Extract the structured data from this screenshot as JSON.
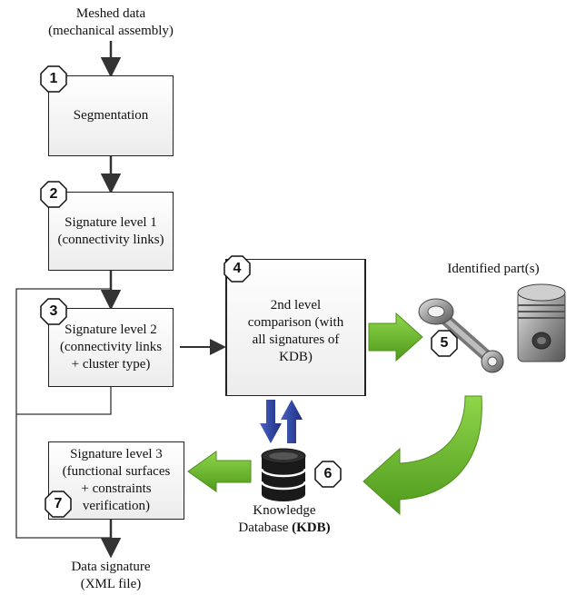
{
  "input_label": "Meshed data\n(mechanical assembly)",
  "output_label": "Data signature\n(XML file)",
  "identified_label": "Identified part(s)",
  "kdb_label_line1": "Knowledge",
  "kdb_label_line2a": "Database ",
  "kdb_label_line2b": "(KDB)",
  "steps": [
    {
      "number": "1",
      "label": "Segmentation"
    },
    {
      "number": "2",
      "label": "Signature level 1\n(connectivity links)"
    },
    {
      "number": "3",
      "label": "Signature level 2\n(connectivity links\n+ cluster type)"
    },
    {
      "number": "4",
      "label": "2nd level\ncomparison (with\nall signatures of\nKDB)"
    },
    {
      "number": "5",
      "label": ""
    },
    {
      "number": "6",
      "label": ""
    },
    {
      "number": "7",
      "label": "Signature level 3\n(functional surfaces\n+ constraints\nverification)"
    }
  ],
  "icons": [
    "database-icon",
    "connecting-rod-icon",
    "piston-icon"
  ],
  "colors": {
    "green_arrow": "#6cb52d",
    "blue_arrow": "#2a3f9a",
    "box_border": "#222222"
  }
}
